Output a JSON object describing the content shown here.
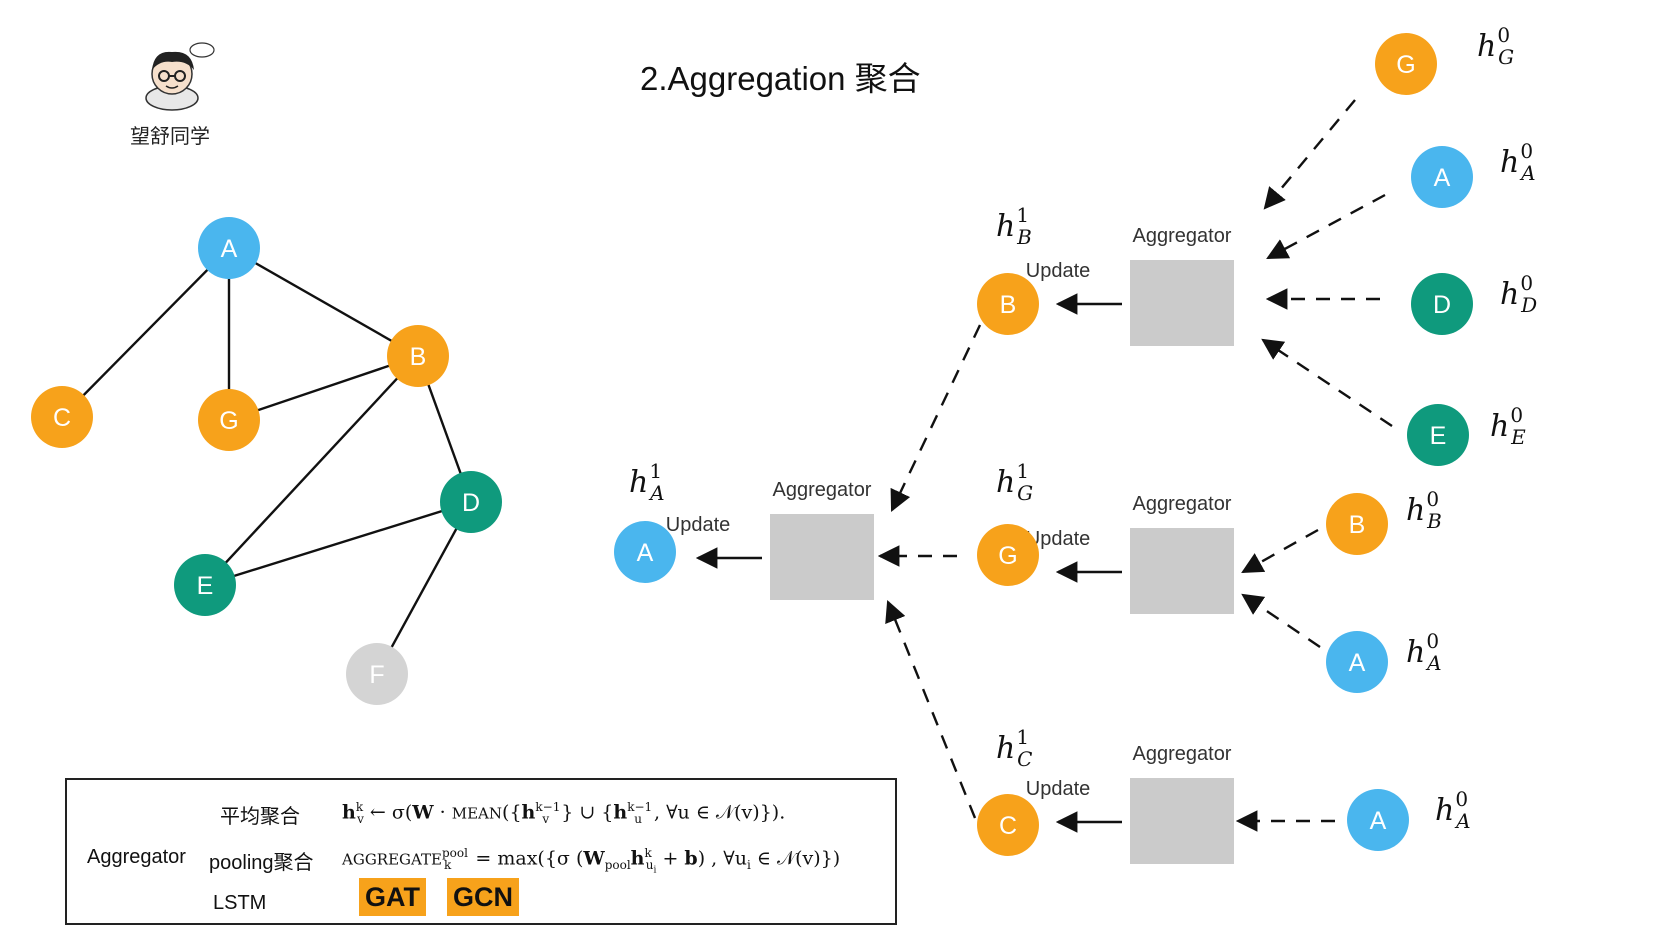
{
  "title": "2.Aggregation  聚合",
  "author": "望舒同学",
  "colors": {
    "blue": "#4ab6ee",
    "orange": "#f7a21b",
    "green": "#0f9a7d",
    "gray": "#d4d4d4",
    "box": "#cbcbcb"
  },
  "graph": {
    "nodes": [
      {
        "id": "A",
        "color": "blue"
      },
      {
        "id": "B",
        "color": "orange"
      },
      {
        "id": "C",
        "color": "orange"
      },
      {
        "id": "D",
        "color": "green"
      },
      {
        "id": "E",
        "color": "green"
      },
      {
        "id": "F",
        "color": "gray"
      },
      {
        "id": "G",
        "color": "orange"
      }
    ],
    "edges": [
      [
        "A",
        "C"
      ],
      [
        "A",
        "G"
      ],
      [
        "A",
        "B"
      ],
      [
        "G",
        "B"
      ],
      [
        "B",
        "E"
      ],
      [
        "B",
        "D"
      ],
      [
        "E",
        "D"
      ],
      [
        "D",
        "F"
      ]
    ]
  },
  "tree": {
    "aggregator_label": "Aggregator",
    "update_label": "Update",
    "nodes": [
      {
        "label": "A",
        "color": "blue",
        "h": "A",
        "sup": "1"
      },
      {
        "label": "B",
        "color": "orange",
        "h": "B",
        "sup": "1"
      },
      {
        "label": "G",
        "color": "orange",
        "h": "G",
        "sup": "1"
      },
      {
        "label": "C",
        "color": "orange",
        "h": "C",
        "sup": "1"
      },
      {
        "label": "G",
        "color": "orange",
        "h": "G",
        "sup": "0"
      },
      {
        "label": "A",
        "color": "blue",
        "h": "A",
        "sup": "0"
      },
      {
        "label": "D",
        "color": "green",
        "h": "D",
        "sup": "0"
      },
      {
        "label": "E",
        "color": "green",
        "h": "E",
        "sup": "0"
      },
      {
        "label": "B",
        "color": "orange",
        "h": "B",
        "sup": "0"
      },
      {
        "label": "A",
        "color": "blue",
        "h": "A",
        "sup": "0"
      },
      {
        "label": "A",
        "color": "blue",
        "h": "A",
        "sup": "0"
      }
    ]
  },
  "formula_box": {
    "aggregator": "Aggregator",
    "mean_label": "平均聚合",
    "pooling_label": "pooling聚合",
    "lstm_label": "LSTM",
    "gat": "GAT",
    "gcn": "GCN"
  }
}
